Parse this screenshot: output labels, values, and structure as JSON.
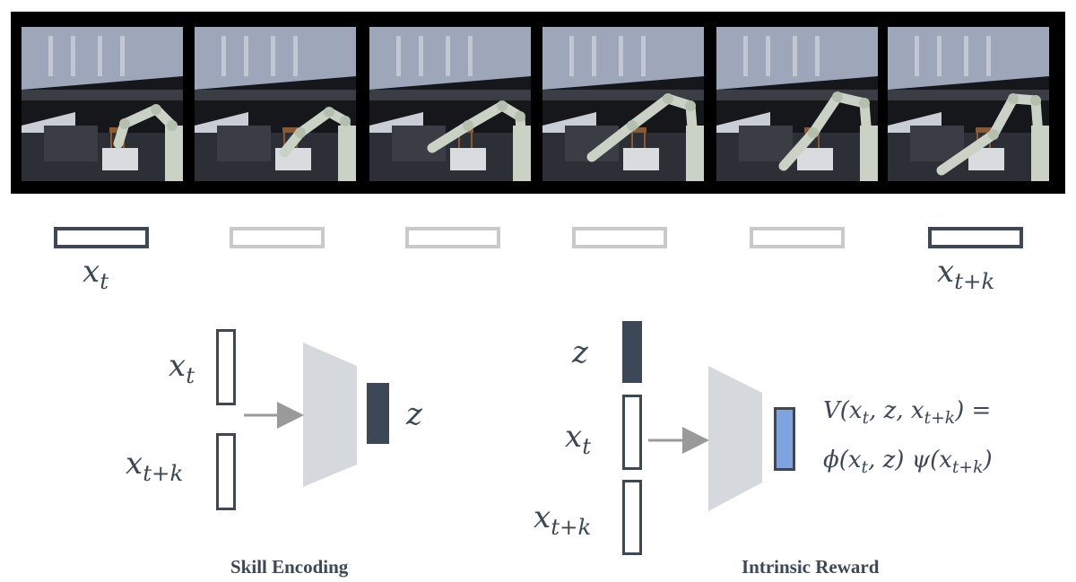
{
  "colors": {
    "dark": "#3d4856",
    "light_token": "#c9c9c9",
    "encoder": "#d5d8dd",
    "output_blue": "#7ea3df",
    "arrow": "#9a9a9a"
  },
  "frames": [
    {
      "label": ""
    },
    {
      "label": ""
    },
    {
      "label": ""
    },
    {
      "label": ""
    },
    {
      "label": ""
    },
    {
      "label": ""
    }
  ],
  "timeline": {
    "start_label": "x_t",
    "end_label": "x_{t+k}"
  },
  "skill_encoding": {
    "caption": "Skill Encoding",
    "input_top": "x_t",
    "input_bottom": "x_{t+k}",
    "output": "z"
  },
  "intrinsic_reward": {
    "caption": "Intrinsic Reward",
    "input_z": "z",
    "input_top": "x_t",
    "input_bottom": "x_{t+k}",
    "equation_line1": "V(x_t, z, x_{t+k}) =",
    "equation_line2": "ϕ(x_t, z) ψ(x_{t+k})"
  }
}
